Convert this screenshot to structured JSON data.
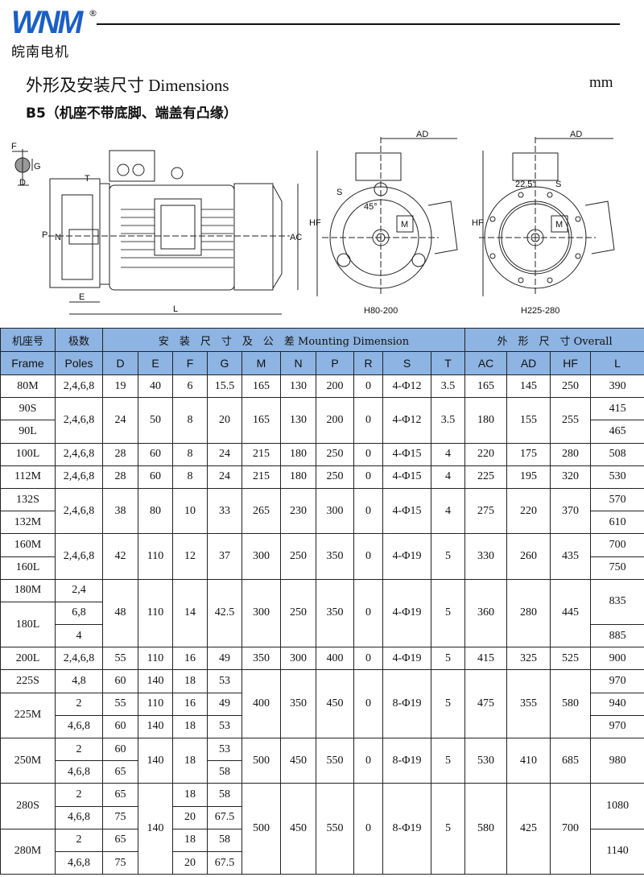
{
  "brand": {
    "logo_text": "WNM",
    "registered": "®",
    "name_cn": "皖南电机"
  },
  "title": "外形及安装尺寸  Dimensions",
  "unit": "mm",
  "subtitle": "B5（机座不带底脚、端盖有凸缘）",
  "drawing_labels": {
    "side": {
      "F": "F",
      "G": "G",
      "D": "D",
      "T": "T",
      "P": "P",
      "N": "N",
      "E": "E",
      "L": "L",
      "AC": "AC"
    },
    "front_small": {
      "AD": "AD",
      "HF": "HF",
      "S": "S",
      "angle": "45°",
      "M": "M",
      "caption": "H80-200"
    },
    "front_large": {
      "AD": "AD",
      "HF": "HF",
      "S": "S",
      "angle": "22.5°",
      "M": "M",
      "caption": "H225-280"
    }
  },
  "table": {
    "header": {
      "frame_cn": "机座号",
      "frame_en": "Frame",
      "poles_cn": "极数",
      "poles_en": "Poles",
      "mounting": "安　装　尺　寸　及　公　差 Mounting Dimension",
      "overall": "外　形　尺　寸 Overall",
      "columns": [
        "D",
        "E",
        "F",
        "G",
        "M",
        "N",
        "P",
        "R",
        "S",
        "T",
        "AC",
        "AD",
        "HF",
        "L"
      ]
    },
    "rows": [
      [
        {
          "t": "80M"
        },
        {
          "t": "2,4,6,8"
        },
        {
          "t": "19"
        },
        {
          "t": "40"
        },
        {
          "t": "6"
        },
        {
          "t": "15.5"
        },
        {
          "t": "165"
        },
        {
          "t": "130"
        },
        {
          "t": "200"
        },
        {
          "t": "0"
        },
        {
          "t": "4-Φ12"
        },
        {
          "t": "3.5"
        },
        {
          "t": "165"
        },
        {
          "t": "145"
        },
        {
          "t": "250"
        },
        {
          "t": "390"
        }
      ],
      [
        {
          "t": "90S"
        },
        {
          "t": "2,4,6,8",
          "rs": 2
        },
        {
          "t": "24",
          "rs": 2
        },
        {
          "t": "50",
          "rs": 2
        },
        {
          "t": "8",
          "rs": 2
        },
        {
          "t": "20",
          "rs": 2
        },
        {
          "t": "165",
          "rs": 2
        },
        {
          "t": "130",
          "rs": 2
        },
        {
          "t": "200",
          "rs": 2
        },
        {
          "t": "0",
          "rs": 2
        },
        {
          "t": "4-Φ12",
          "rs": 2
        },
        {
          "t": "3.5",
          "rs": 2
        },
        {
          "t": "180",
          "rs": 2
        },
        {
          "t": "155",
          "rs": 2
        },
        {
          "t": "255",
          "rs": 2
        },
        {
          "t": "415"
        }
      ],
      [
        {
          "t": "90L"
        },
        {
          "t": "465"
        }
      ],
      [
        {
          "t": "100L"
        },
        {
          "t": "2,4,6,8"
        },
        {
          "t": "28"
        },
        {
          "t": "60"
        },
        {
          "t": "8"
        },
        {
          "t": "24"
        },
        {
          "t": "215"
        },
        {
          "t": "180"
        },
        {
          "t": "250"
        },
        {
          "t": "0"
        },
        {
          "t": "4-Φ15"
        },
        {
          "t": "4"
        },
        {
          "t": "220"
        },
        {
          "t": "175"
        },
        {
          "t": "280"
        },
        {
          "t": "508"
        }
      ],
      [
        {
          "t": "112M"
        },
        {
          "t": "2,4,6,8"
        },
        {
          "t": "28"
        },
        {
          "t": "60"
        },
        {
          "t": "8"
        },
        {
          "t": "24"
        },
        {
          "t": "215"
        },
        {
          "t": "180"
        },
        {
          "t": "250"
        },
        {
          "t": "0"
        },
        {
          "t": "4-Φ15"
        },
        {
          "t": "4"
        },
        {
          "t": "225"
        },
        {
          "t": "195"
        },
        {
          "t": "320"
        },
        {
          "t": "530"
        }
      ],
      [
        {
          "t": "132S"
        },
        {
          "t": "2,4,6,8",
          "rs": 2
        },
        {
          "t": "38",
          "rs": 2
        },
        {
          "t": "80",
          "rs": 2
        },
        {
          "t": "10",
          "rs": 2
        },
        {
          "t": "33",
          "rs": 2
        },
        {
          "t": "265",
          "rs": 2
        },
        {
          "t": "230",
          "rs": 2
        },
        {
          "t": "300",
          "rs": 2
        },
        {
          "t": "0",
          "rs": 2
        },
        {
          "t": "4-Φ15",
          "rs": 2
        },
        {
          "t": "4",
          "rs": 2
        },
        {
          "t": "275",
          "rs": 2
        },
        {
          "t": "220",
          "rs": 2
        },
        {
          "t": "370",
          "rs": 2
        },
        {
          "t": "570"
        }
      ],
      [
        {
          "t": "132M"
        },
        {
          "t": "610"
        }
      ],
      [
        {
          "t": "160M"
        },
        {
          "t": "2,4,6,8",
          "rs": 2
        },
        {
          "t": "42",
          "rs": 2
        },
        {
          "t": "110",
          "rs": 2
        },
        {
          "t": "12",
          "rs": 2
        },
        {
          "t": "37",
          "rs": 2
        },
        {
          "t": "300",
          "rs": 2
        },
        {
          "t": "250",
          "rs": 2
        },
        {
          "t": "350",
          "rs": 2
        },
        {
          "t": "0",
          "rs": 2
        },
        {
          "t": "4-Φ19",
          "rs": 2
        },
        {
          "t": "5",
          "rs": 2
        },
        {
          "t": "330",
          "rs": 2
        },
        {
          "t": "260",
          "rs": 2
        },
        {
          "t": "435",
          "rs": 2
        },
        {
          "t": "700"
        }
      ],
      [
        {
          "t": "160L"
        },
        {
          "t": "750"
        }
      ],
      [
        {
          "t": "180M"
        },
        {
          "t": "2,4"
        },
        {
          "t": "48",
          "rs": 3
        },
        {
          "t": "110",
          "rs": 3
        },
        {
          "t": "14",
          "rs": 3
        },
        {
          "t": "42.5",
          "rs": 3
        },
        {
          "t": "300",
          "rs": 3
        },
        {
          "t": "250",
          "rs": 3
        },
        {
          "t": "350",
          "rs": 3
        },
        {
          "t": "0",
          "rs": 3
        },
        {
          "t": "4-Φ19",
          "rs": 3
        },
        {
          "t": "5",
          "rs": 3
        },
        {
          "t": "360",
          "rs": 3
        },
        {
          "t": "280",
          "rs": 3
        },
        {
          "t": "445",
          "rs": 3
        },
        {
          "t": "835",
          "rs": 2
        }
      ],
      [
        {
          "t": "180L",
          "rs": 2
        },
        {
          "t": "6,8"
        }
      ],
      [
        {
          "t": "4"
        },
        {
          "t": "885"
        }
      ],
      [
        {
          "t": "200L"
        },
        {
          "t": "2,4,6,8"
        },
        {
          "t": "55"
        },
        {
          "t": "110"
        },
        {
          "t": "16"
        },
        {
          "t": "49"
        },
        {
          "t": "350"
        },
        {
          "t": "300"
        },
        {
          "t": "400"
        },
        {
          "t": "0"
        },
        {
          "t": "4-Φ19"
        },
        {
          "t": "5"
        },
        {
          "t": "415"
        },
        {
          "t": "325"
        },
        {
          "t": "525"
        },
        {
          "t": "900"
        }
      ],
      [
        {
          "t": "225S"
        },
        {
          "t": "4,8"
        },
        {
          "t": "60"
        },
        {
          "t": "140"
        },
        {
          "t": "18"
        },
        {
          "t": "53"
        },
        {
          "t": "400",
          "rs": 3
        },
        {
          "t": "350",
          "rs": 3
        },
        {
          "t": "450",
          "rs": 3
        },
        {
          "t": "0",
          "rs": 3
        },
        {
          "t": "8-Φ19",
          "rs": 3
        },
        {
          "t": "5",
          "rs": 3
        },
        {
          "t": "475",
          "rs": 3
        },
        {
          "t": "355",
          "rs": 3
        },
        {
          "t": "580",
          "rs": 3
        },
        {
          "t": "970"
        }
      ],
      [
        {
          "t": "225M",
          "rs": 2
        },
        {
          "t": "2"
        },
        {
          "t": "55"
        },
        {
          "t": "110"
        },
        {
          "t": "16"
        },
        {
          "t": "49"
        },
        {
          "t": "940"
        }
      ],
      [
        {
          "t": "4,6,8"
        },
        {
          "t": "60"
        },
        {
          "t": "140"
        },
        {
          "t": "18"
        },
        {
          "t": "53"
        },
        {
          "t": "970"
        }
      ],
      [
        {
          "t": "250M",
          "rs": 2
        },
        {
          "t": "2"
        },
        {
          "t": "60"
        },
        {
          "t": "140",
          "rs": 2
        },
        {
          "t": "18",
          "rs": 2
        },
        {
          "t": "53"
        },
        {
          "t": "500",
          "rs": 2
        },
        {
          "t": "450",
          "rs": 2
        },
        {
          "t": "550",
          "rs": 2
        },
        {
          "t": "0",
          "rs": 2
        },
        {
          "t": "8-Φ19",
          "rs": 2
        },
        {
          "t": "5",
          "rs": 2
        },
        {
          "t": "530",
          "rs": 2
        },
        {
          "t": "410",
          "rs": 2
        },
        {
          "t": "685",
          "rs": 2
        },
        {
          "t": "980",
          "rs": 2
        }
      ],
      [
        {
          "t": "4,6,8"
        },
        {
          "t": "65"
        },
        {
          "t": "58"
        }
      ],
      [
        {
          "t": "280S",
          "rs": 2
        },
        {
          "t": "2"
        },
        {
          "t": "65"
        },
        {
          "t": "140",
          "rs": 4
        },
        {
          "t": "18"
        },
        {
          "t": "58"
        },
        {
          "t": "500",
          "rs": 4
        },
        {
          "t": "450",
          "rs": 4
        },
        {
          "t": "550",
          "rs": 4
        },
        {
          "t": "0",
          "rs": 4
        },
        {
          "t": "8-Φ19",
          "rs": 4
        },
        {
          "t": "5",
          "rs": 4
        },
        {
          "t": "580",
          "rs": 4
        },
        {
          "t": "425",
          "rs": 4
        },
        {
          "t": "700",
          "rs": 4
        },
        {
          "t": "1080",
          "rs": 2
        }
      ],
      [
        {
          "t": "4,6,8"
        },
        {
          "t": "75"
        },
        {
          "t": "20"
        },
        {
          "t": "67.5"
        }
      ],
      [
        {
          "t": "280M",
          "rs": 2
        },
        {
          "t": "2"
        },
        {
          "t": "65"
        },
        {
          "t": "18"
        },
        {
          "t": "58"
        },
        {
          "t": "1140",
          "rs": 2
        }
      ],
      [
        {
          "t": "4,6,8"
        },
        {
          "t": "75"
        },
        {
          "t": "20"
        },
        {
          "t": "67.5"
        }
      ]
    ]
  },
  "colors": {
    "header_bg": "#8db4e2",
    "logo_blue": "#1a5fc8"
  }
}
